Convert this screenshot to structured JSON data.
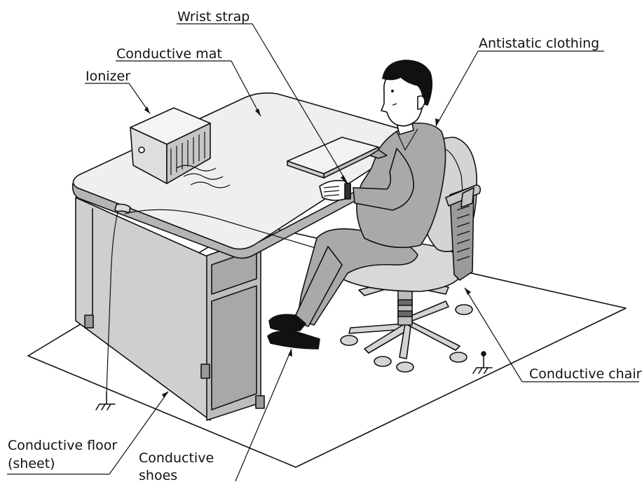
{
  "labels": {
    "wrist_strap": "Wrist strap",
    "conductive_mat": "Conductive mat",
    "ionizer": "Ionizer",
    "antistatic_clothing": "Antistatic clothing",
    "conductive_chair": "Conductive chair",
    "conductive_floor_line1": "Conductive floor",
    "conductive_floor_line2": "(sheet)",
    "conductive_shoes_line1": "Conductive",
    "conductive_shoes_line2": "shoes"
  },
  "colors": {
    "desk_body": "#c9c9c9",
    "desk_dark": "#9a9a9a",
    "mat_top": "#efefef",
    "clothing": "#a9a9a9",
    "chair": "#d4d4d4",
    "ink": "#111111"
  }
}
